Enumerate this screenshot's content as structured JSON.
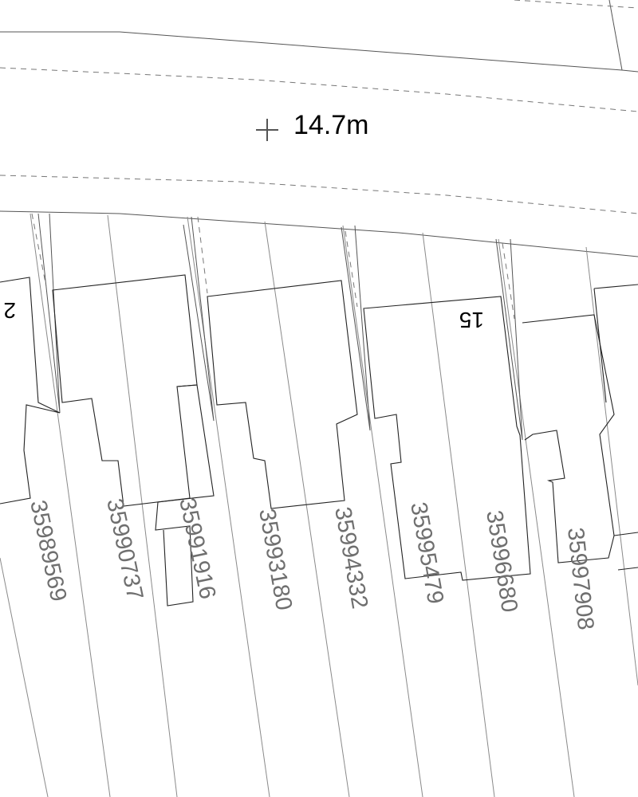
{
  "spot_height": {
    "label": "14.7m",
    "marker": "plus-icon"
  },
  "house_numbers": [
    {
      "label": "2",
      "orientation": "upside-down"
    },
    {
      "label": "15",
      "orientation": "upside-down"
    }
  ],
  "parcel_ids": [
    "35989569",
    "35990737",
    "35991916",
    "35993180",
    "35994332",
    "35995479",
    "35996680",
    "35997908"
  ],
  "colors": {
    "background": "#ffffff",
    "lines": "#555555",
    "parcel_id_text": "#6f6f6f",
    "label_text": "#000000"
  }
}
